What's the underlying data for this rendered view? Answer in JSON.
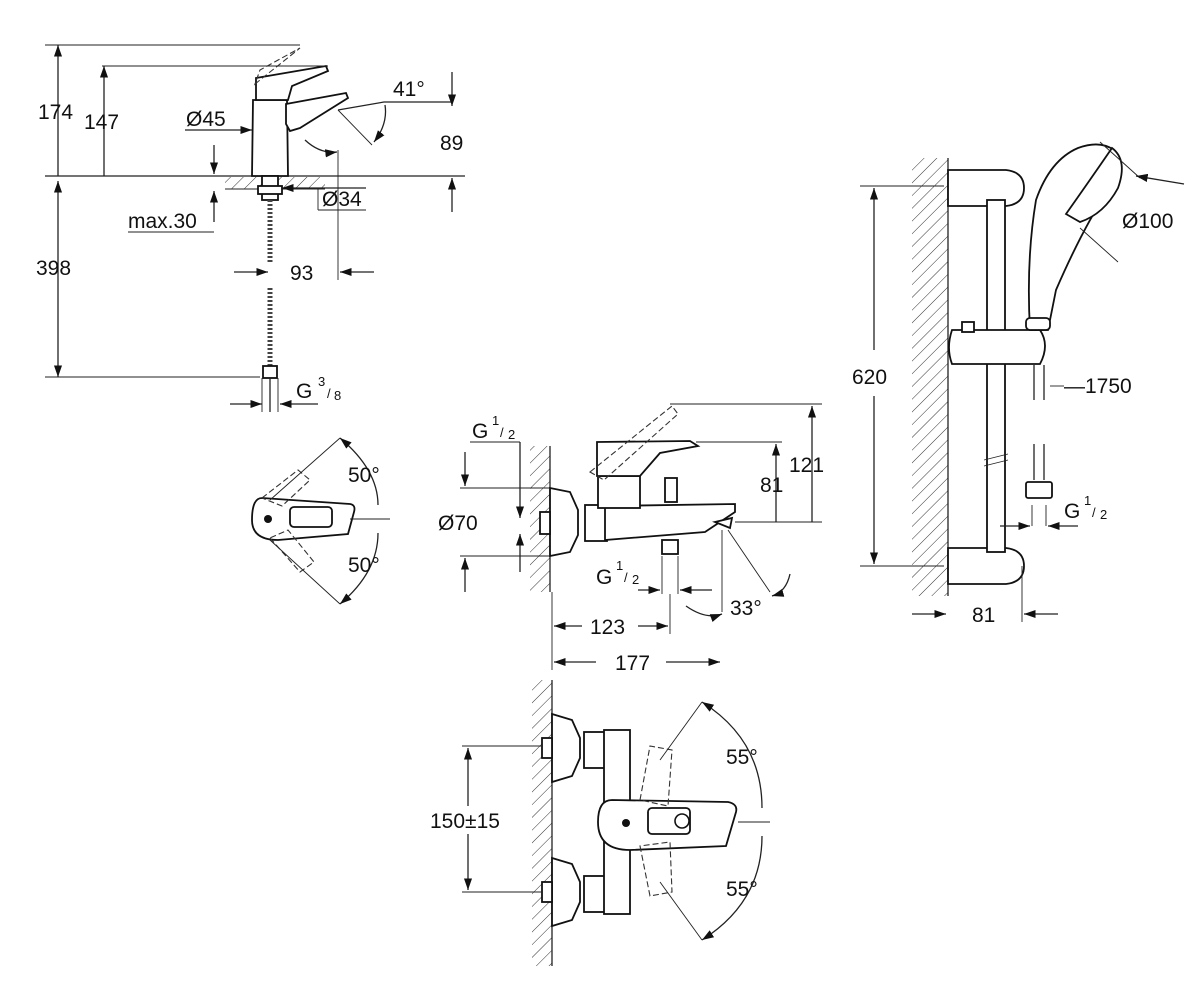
{
  "basin_mixer": {
    "total_height": "174",
    "spout_height": "147",
    "spout_reach": "89",
    "lever_angle": "41°",
    "body_diameter": "Ø45",
    "hole_diameter": "Ø34",
    "max_deck_thickness": "max.30",
    "hose_length": "398",
    "spout_projection": "93",
    "connection_prefix": "G",
    "connection_num": "3",
    "connection_den": "8"
  },
  "basin_top_view": {
    "angle_up": "50°",
    "angle_down": "50°"
  },
  "bath_mixer": {
    "connection_prefix": "G",
    "connection_num": "1",
    "connection_den": "2",
    "escutcheon_diameter": "Ø70",
    "total_height": "121",
    "lever_height": "81",
    "outlet_prefix": "G",
    "outlet_num": "1",
    "outlet_den": "2",
    "spout_angle": "33°",
    "outlet_reach": "123",
    "spout_reach": "177"
  },
  "bath_top_view": {
    "centres": "150±15",
    "angle_up": "55°",
    "angle_down": "55°"
  },
  "shower_rail": {
    "rail_length": "620",
    "hand_shower_diameter": "Ø100",
    "hose_length": "1750",
    "connection_prefix": "G",
    "connection_num": "1",
    "connection_den": "2",
    "wall_distance": "81"
  }
}
